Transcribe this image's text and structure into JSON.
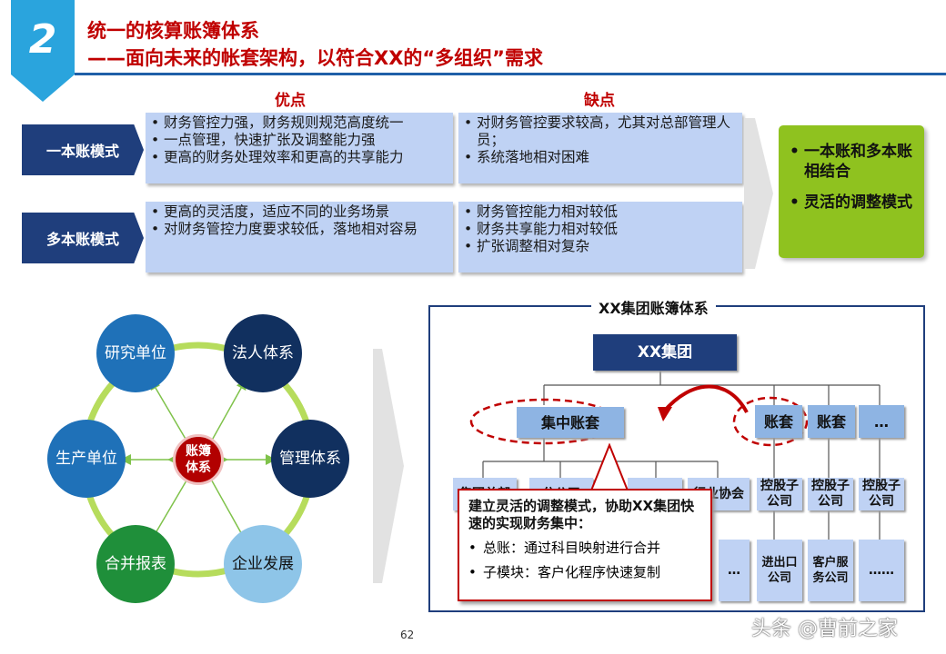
{
  "header": {
    "section_number": "2",
    "title_line1": "统一的核算账簿体系",
    "title_line2": "——面向未来的帐套架构，以符合XX的“多组织”需求"
  },
  "table": {
    "col_pros": "优点",
    "col_cons": "缺点",
    "rows": [
      {
        "label": "一本账模式",
        "pros": [
          "财务管控力强，财务规则规范高度统一",
          "一点管理，快速扩张及调整能力强",
          "更高的财务处理效率和更高的共享能力"
        ],
        "cons": [
          "对财务管控要求较高，尤其对总部管理人员；",
          "系统落地相对困难"
        ]
      },
      {
        "label": "多本账模式",
        "pros": [
          "更高的灵活度，适应不同的业务场景",
          "对财务管控力度要求较低，落地相对容易"
        ],
        "cons": [
          "财务管控能力相对较低",
          "财务共享能力相对较低",
          "扩张调整相对复杂"
        ]
      }
    ],
    "conclusion": [
      "一本账和多本账相结合",
      "灵活的调整模式"
    ]
  },
  "cycle": {
    "center": "账簿体系",
    "nodes": [
      "研究单位",
      "法人体系",
      "管理体系",
      "企业发展",
      "合并报表",
      "生产单位"
    ],
    "colors": {
      "dark_navy": "#11305f",
      "mid_blue": "#1f71b8",
      "light_blue": "#8ec5e8",
      "green": "#1f8f3a",
      "ring": "#9ccc3a",
      "center": "#b20000"
    }
  },
  "org": {
    "title": "XX集团账簿体系",
    "root": "XX集团",
    "ledger_central": "集中账套",
    "ledger_a": "账套",
    "ledger_b": "账套",
    "ledger_more": "…",
    "level3": [
      "集团总部",
      "分公司",
      "",
      "行业协会",
      "控股子公司",
      "控股子公司",
      "控股子公司"
    ],
    "level4": [
      "…",
      "进出口公司",
      "客户服务公司",
      "……"
    ],
    "callout_head": "建立灵活的调整模式，协助XX集团快速的实现财务集中：",
    "callout_items": [
      "总账：通过科目映射进行合并",
      "子模块：客户化程序快速复制"
    ]
  },
  "footer": {
    "page_number": "62",
    "watermark": "头条 @曹前之家"
  }
}
